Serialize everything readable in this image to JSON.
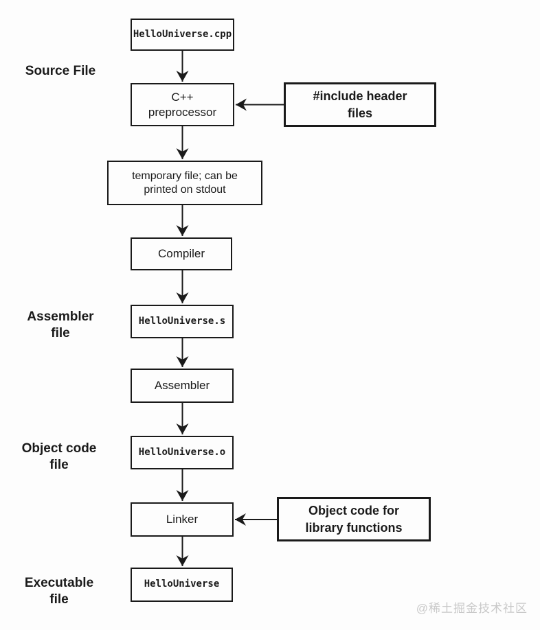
{
  "diagram": {
    "description": "C++ compilation pipeline flowchart",
    "nodes": {
      "source_file": {
        "label": "HelloUniverse.cpp",
        "style": "monospace"
      },
      "preprocessor": {
        "label": "C++\npreprocessor",
        "style": "process"
      },
      "include_headers": {
        "label": "#include header\nfiles",
        "style": "annotation"
      },
      "temp_file": {
        "label": "temporary file; can be\nprinted on stdout",
        "style": "process"
      },
      "compiler": {
        "label": "Compiler",
        "style": "process"
      },
      "assembly_file": {
        "label": "HelloUniverse.s",
        "style": "monospace"
      },
      "assembler": {
        "label": "Assembler",
        "style": "process"
      },
      "object_file": {
        "label": "HelloUniverse.o",
        "style": "monospace"
      },
      "linker": {
        "label": "Linker",
        "style": "process"
      },
      "object_code_lib": {
        "label": "Object code for\nlibrary functions",
        "style": "annotation"
      },
      "executable": {
        "label": "HelloUniverse",
        "style": "monospace"
      }
    },
    "side_labels": {
      "source": "Source File",
      "assembler": "Assembler\nfile",
      "object_code": "Object code\nfile",
      "executable": "Executable\nfile"
    },
    "edges": [
      {
        "from": "source_file",
        "to": "preprocessor"
      },
      {
        "from": "include_headers",
        "to": "preprocessor"
      },
      {
        "from": "preprocessor",
        "to": "temp_file"
      },
      {
        "from": "temp_file",
        "to": "compiler"
      },
      {
        "from": "compiler",
        "to": "assembly_file"
      },
      {
        "from": "assembly_file",
        "to": "assembler"
      },
      {
        "from": "assembler",
        "to": "object_file"
      },
      {
        "from": "object_file",
        "to": "linker"
      },
      {
        "from": "object_code_lib",
        "to": "linker"
      },
      {
        "from": "linker",
        "to": "executable"
      }
    ],
    "colors": {
      "line": "#1a1a1a",
      "box_border": "#1a1a1a",
      "background": "#fdfdfd",
      "watermark": "#c9c9c9"
    },
    "watermark": "@稀土掘金技术社区"
  }
}
